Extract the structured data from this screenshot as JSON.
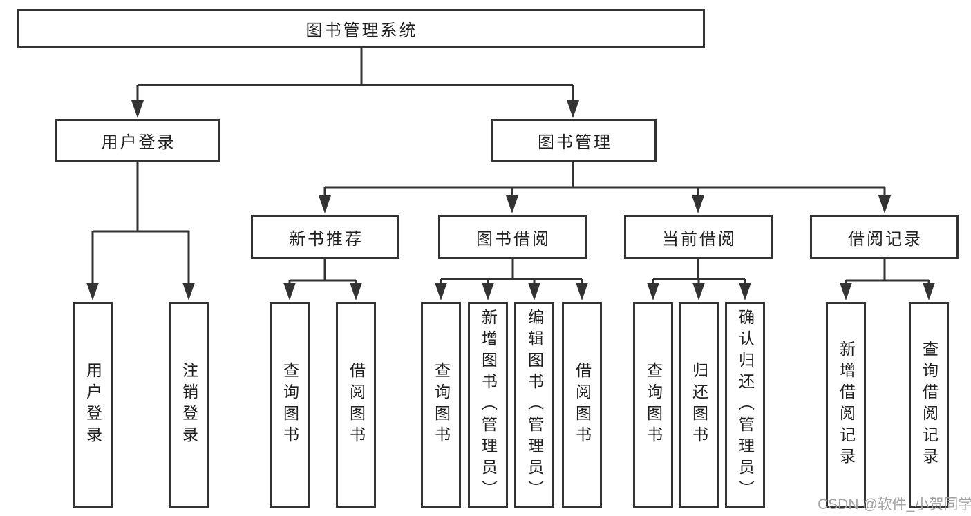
{
  "diagram": {
    "root": {
      "label": "图书管理系统",
      "children": [
        {
          "label": "用户登录",
          "children": [
            {
              "label": "用户登录"
            },
            {
              "label": "注销登录"
            }
          ]
        },
        {
          "label": "图书管理",
          "children": [
            {
              "label": "新书推荐",
              "children": [
                {
                  "label": "查询图书"
                },
                {
                  "label": "借阅图书"
                }
              ]
            },
            {
              "label": "图书借阅",
              "children": [
                {
                  "label": "查询图书"
                },
                {
                  "label": "新增图书（管理员）"
                },
                {
                  "label": "编辑图书（管理员）"
                },
                {
                  "label": "借阅图书"
                }
              ]
            },
            {
              "label": "当前借阅",
              "children": [
                {
                  "label": "查询图书"
                },
                {
                  "label": "归还图书"
                },
                {
                  "label": "确认归还（管理员）"
                }
              ]
            },
            {
              "label": "借阅记录",
              "children": [
                {
                  "label": "新增借阅记录"
                },
                {
                  "label": "查询借阅记录"
                }
              ]
            }
          ]
        }
      ]
    }
  },
  "watermark": {
    "text": "CSDN @软件_小贺同学"
  },
  "colors": {
    "line": "#333333",
    "text": "#1f1f1f",
    "background": "#ffffff",
    "watermark": "#a3a3a3"
  }
}
